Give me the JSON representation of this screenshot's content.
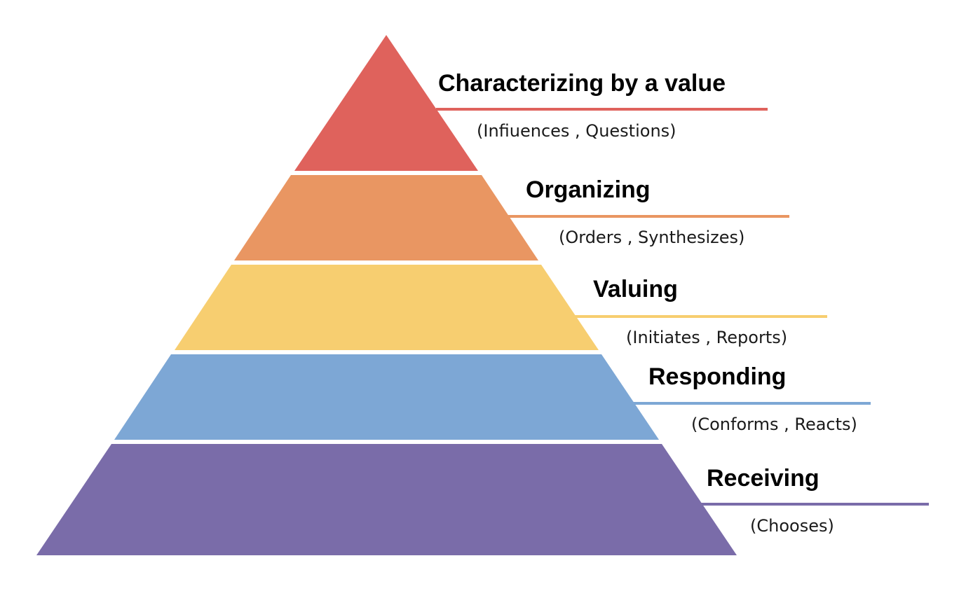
{
  "tiers": [
    {
      "title": "Characterizing by a value",
      "subtitle": "(Infiuences , Questions)",
      "color": "#DF625C"
    },
    {
      "title": "Organizing",
      "subtitle": "(Orders , Synthesizes)",
      "color": "#E99662"
    },
    {
      "title": "Valuing",
      "subtitle": "(Initiates , Reports)",
      "color": "#F7CE70"
    },
    {
      "title": "Responding",
      "subtitle": "(Conforms , Reacts)",
      "color": "#7DA7D5"
    },
    {
      "title": "Receiving",
      "subtitle": "(Chooses)",
      "color": "#7A6CA9"
    }
  ]
}
